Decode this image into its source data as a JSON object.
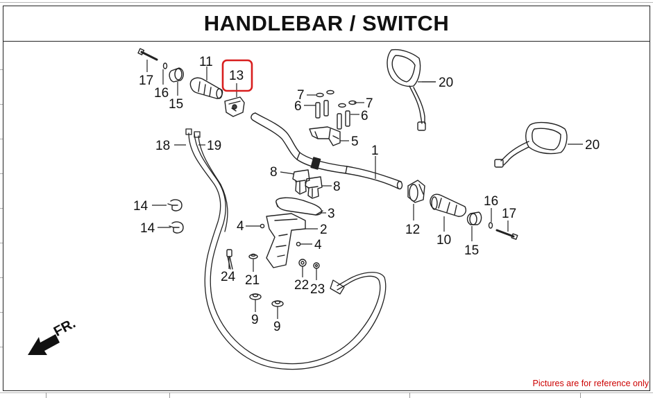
{
  "title": "HANDLEBAR / SWITCH",
  "note": "Pictures are for reference only",
  "front_marker": "FR.",
  "highlight_color": "#d81e1e",
  "highlighted_part": "13",
  "parts": {
    "p1": "1",
    "p2": "2",
    "p3": "3",
    "p4a": "4",
    "p4b": "4",
    "p5": "5",
    "p6a": "6",
    "p6b": "6",
    "p7a": "7",
    "p7b": "7",
    "p8a": "8",
    "p8b": "8",
    "p9a": "9",
    "p9b": "9",
    "p10": "10",
    "p11": "11",
    "p12": "12",
    "p13": "13",
    "p14a": "14",
    "p14b": "14",
    "p15a": "15",
    "p15b": "15",
    "p16a": "16",
    "p16b": "16",
    "p17a": "17",
    "p17b": "17",
    "p18": "18",
    "p19": "19",
    "p20a": "20",
    "p20b": "20",
    "p21": "21",
    "p22": "22",
    "p23": "23",
    "p24": "24"
  }
}
